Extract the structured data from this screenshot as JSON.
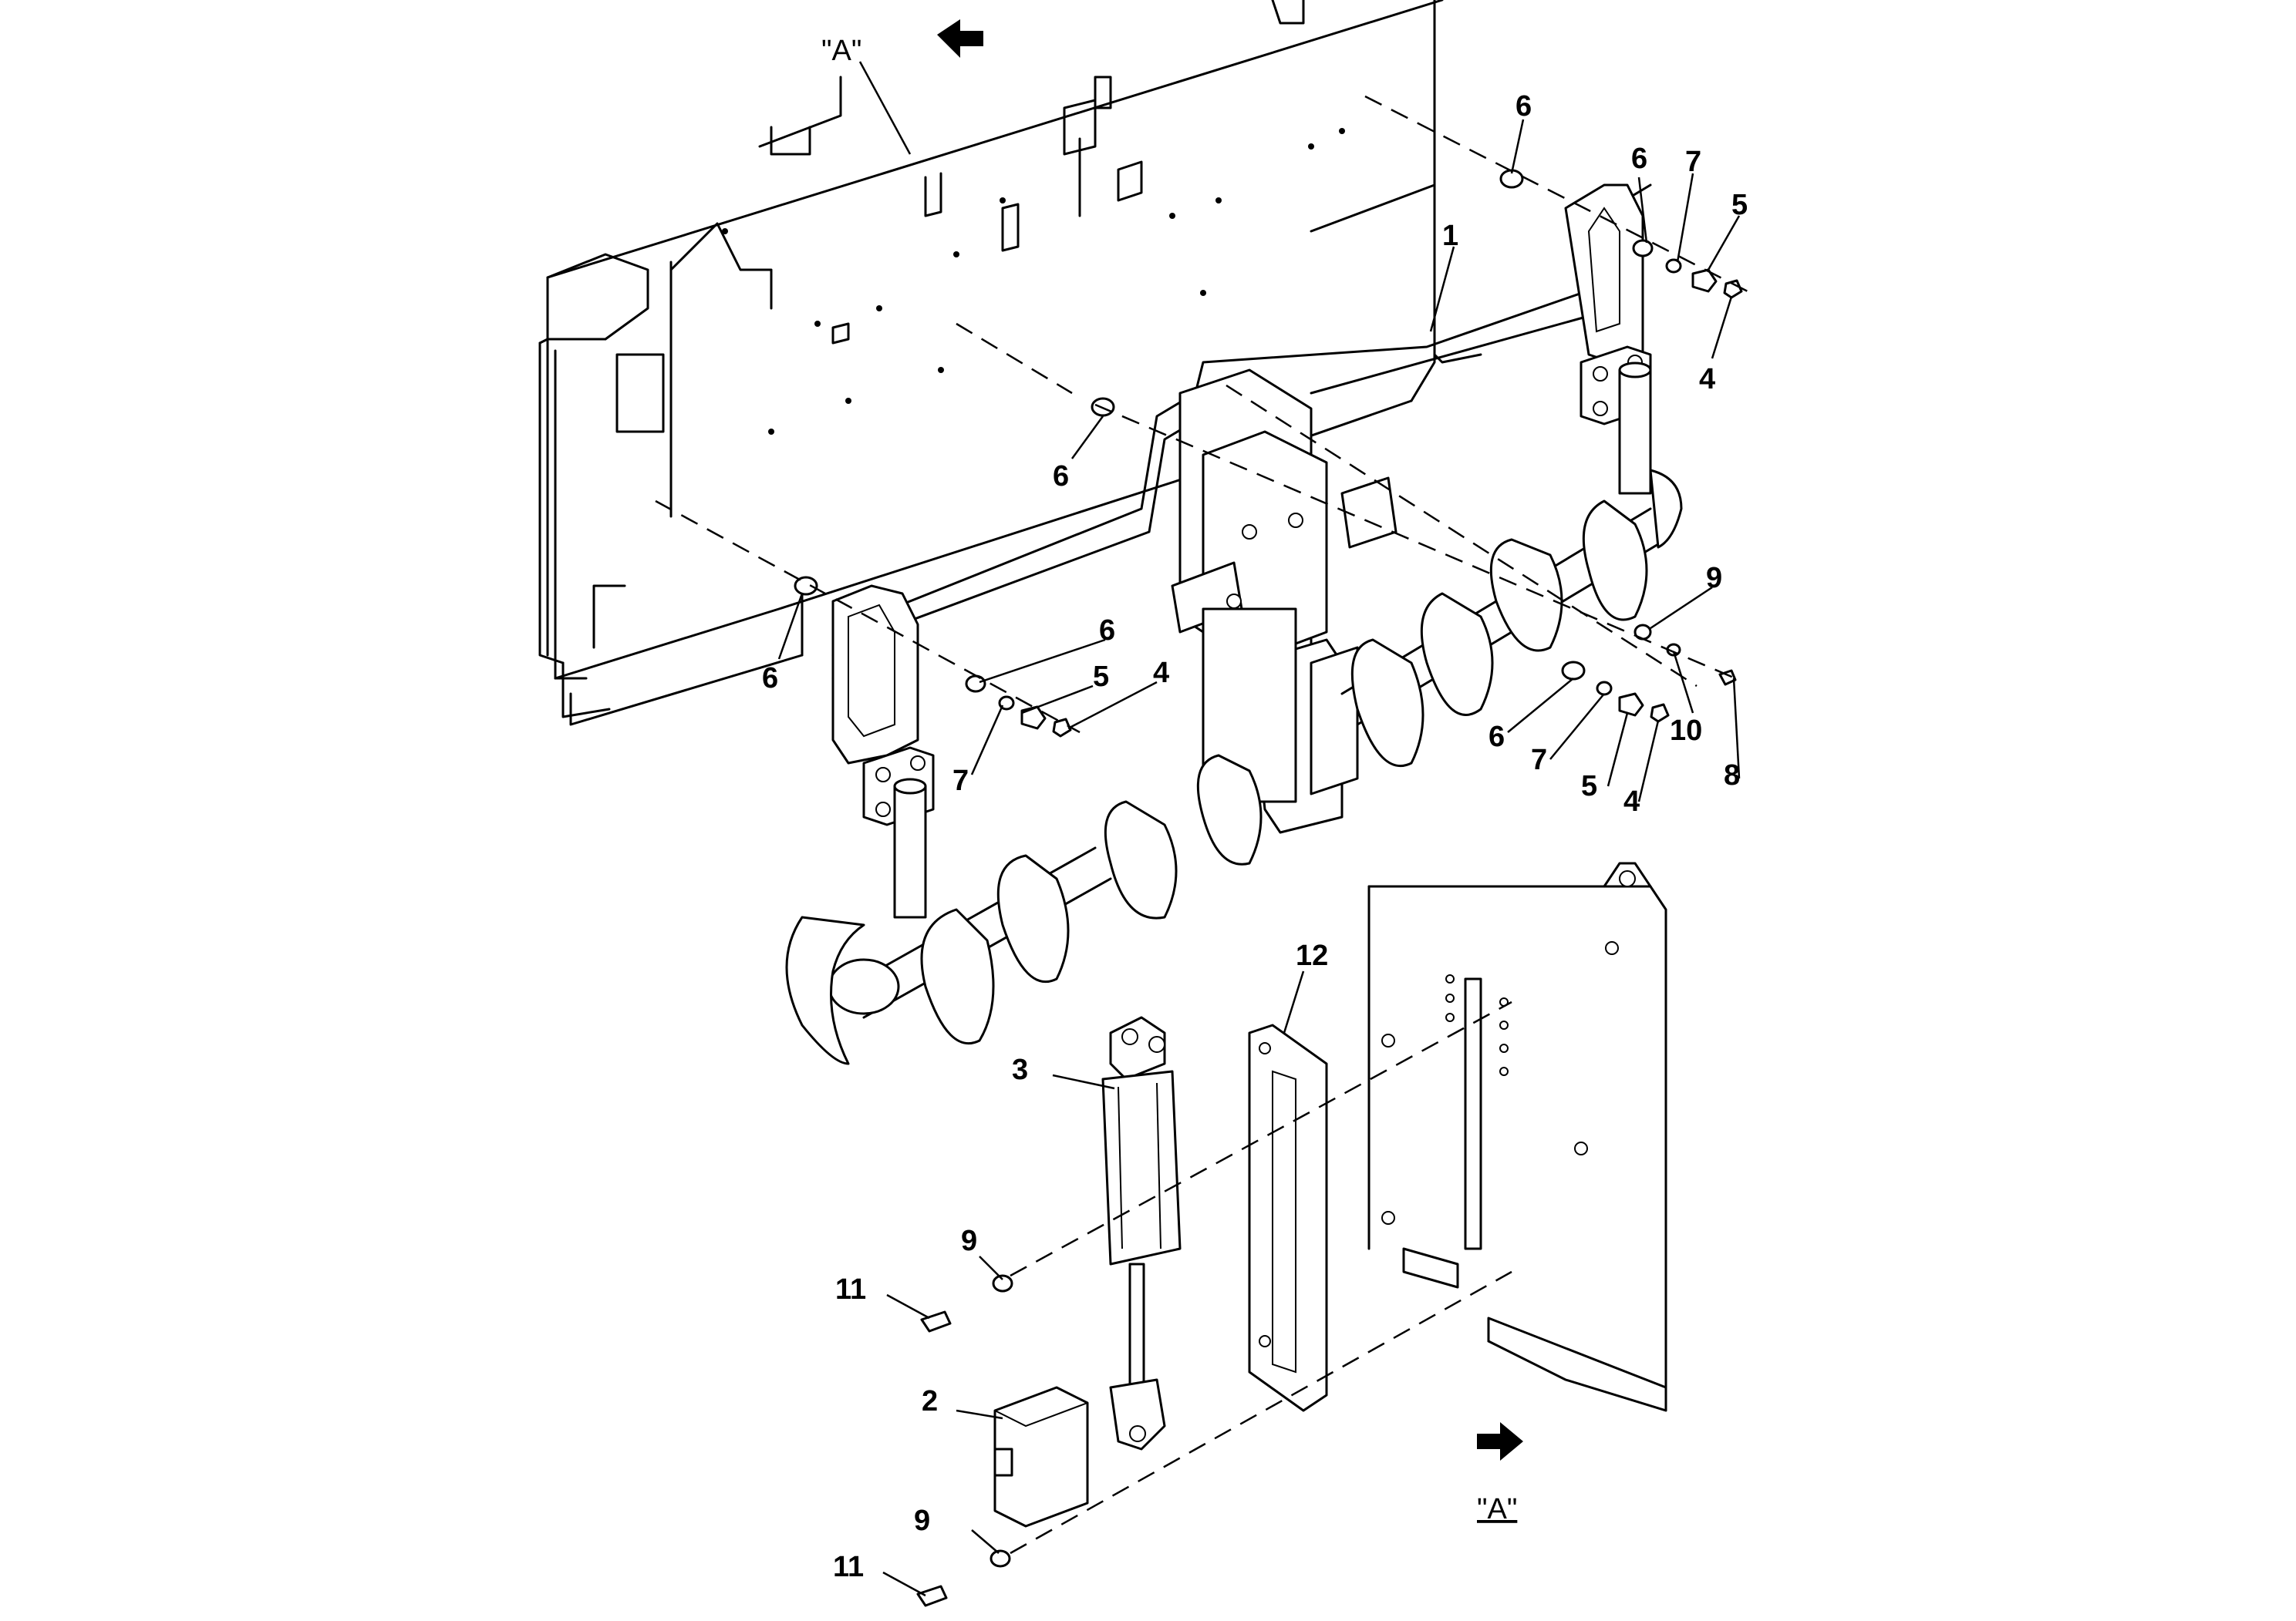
{
  "view_labels": {
    "top": "\"A\"",
    "bottom": "\"A\""
  },
  "callouts": {
    "c1": "1",
    "c2": "2",
    "c3": "3",
    "c4a": "4",
    "c4b": "4",
    "c4c": "4",
    "c5a": "5",
    "c5b": "5",
    "c5c": "5",
    "c6a": "6",
    "c6b": "6",
    "c6c": "6",
    "c6d": "6",
    "c6e": "6",
    "c6f": "6",
    "c7a": "7",
    "c7b": "7",
    "c7c": "7",
    "c8": "8",
    "c9a": "9",
    "c9b": "9",
    "c9c": "9",
    "c10": "10",
    "c11a": "11",
    "c11b": "11",
    "c12": "12"
  },
  "icons": {
    "view_direction": "arrow-icon"
  },
  "colors": {
    "ink": "#000000",
    "paper": "#ffffff"
  }
}
